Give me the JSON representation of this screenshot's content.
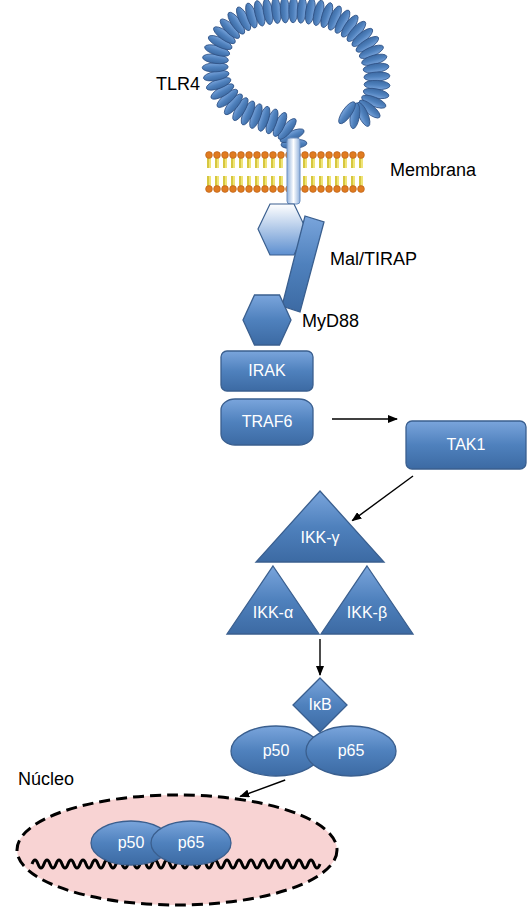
{
  "diagram": {
    "nodes": [
      {
        "text": [
          "TLR4"
        ]
      },
      {
        "text": [
          "Mal/TIRAP"
        ]
      },
      {
        "text": [
          "MyD88"
        ]
      },
      {
        "text": [
          "IRAK"
        ]
      },
      {
        "text": [
          "TRAF6"
        ]
      },
      {
        "text": [
          "TAK1"
        ]
      },
      {
        "text": [
          "IKK-γ"
        ]
      },
      {
        "text": [
          "IKK-α"
        ]
      },
      {
        "text": [
          "IKK-β"
        ]
      },
      {
        "text": [
          "IκB"
        ]
      },
      {
        "text": [
          "p50"
        ]
      },
      {
        "text": [
          "p65"
        ]
      },
      {
        "text": [
          "Núcleo"
        ]
      },
      {
        "text": [
          "p50"
        ],
        "in": 12
      },
      {
        "text": [
          "p65"
        ],
        "in": 12
      }
    ],
    "edges": [
      {
        "from": 4,
        "to": 5,
        "arrow": "to"
      },
      {
        "from": 5,
        "to": 6,
        "arrow": "to"
      },
      {
        "from": 7,
        "to": 9,
        "arrow": "to"
      },
      {
        "from": 10,
        "to": 12,
        "arrow": "to"
      }
    ],
    "labels": [
      "Membrana"
    ]
  }
}
